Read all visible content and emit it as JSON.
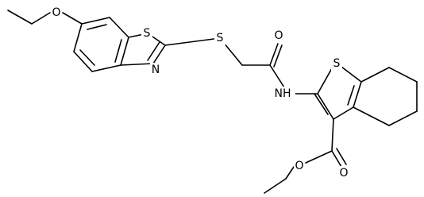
{
  "atom_labels": {
    "ether_o": "O",
    "benzothiazole_s": "S",
    "benzothiazole_n": "N",
    "thioether_s": "S",
    "amide_o": "O",
    "amide_nh": "NH",
    "thiophene_s": "S",
    "ester_o_single": "O",
    "ester_o_double": "O"
  },
  "colors": {
    "bond": "#000000",
    "label": "#000000",
    "background": "#ffffff"
  }
}
